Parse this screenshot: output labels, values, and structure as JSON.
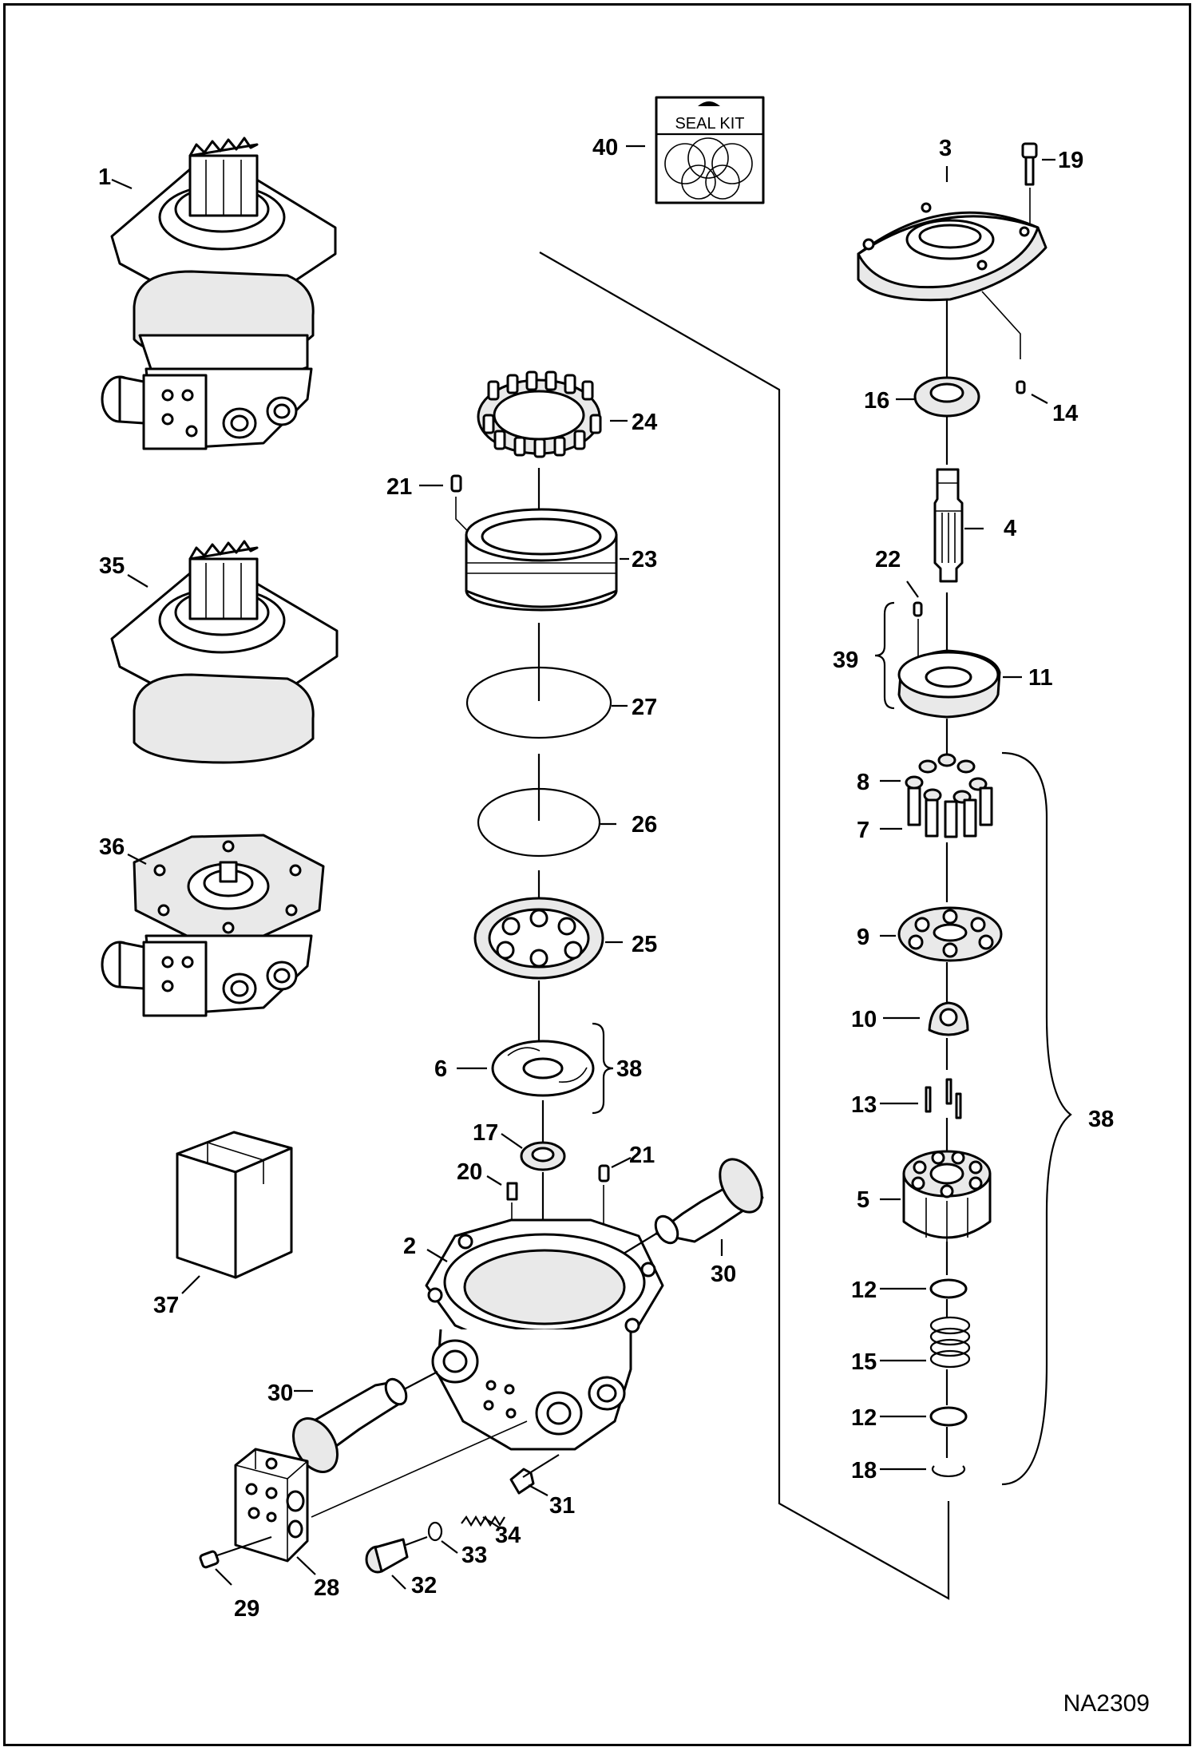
{
  "drawing_code": "NA2309",
  "seal_kit_label": "SEAL KIT",
  "callouts": {
    "c1": "1",
    "c2": "2",
    "c3": "3",
    "c4": "4",
    "c5": "5",
    "c6": "6",
    "c7": "7",
    "c8": "8",
    "c9": "9",
    "c10": "10",
    "c11": "11",
    "c12a": "12",
    "c12b": "12",
    "c13": "13",
    "c14": "14",
    "c15": "15",
    "c16": "16",
    "c17": "17",
    "c18": "18",
    "c19": "19",
    "c20": "20",
    "c21a": "21",
    "c21b": "21",
    "c22": "22",
    "c23": "23",
    "c24": "24",
    "c25": "25",
    "c26": "26",
    "c27": "27",
    "c28": "28",
    "c29": "29",
    "c30a": "30",
    "c30b": "30",
    "c31": "31",
    "c32": "32",
    "c33": "33",
    "c34": "34",
    "c35": "35",
    "c36": "36",
    "c37": "37",
    "c38a": "38",
    "c38b": "38",
    "c39": "39",
    "c40": "40"
  }
}
